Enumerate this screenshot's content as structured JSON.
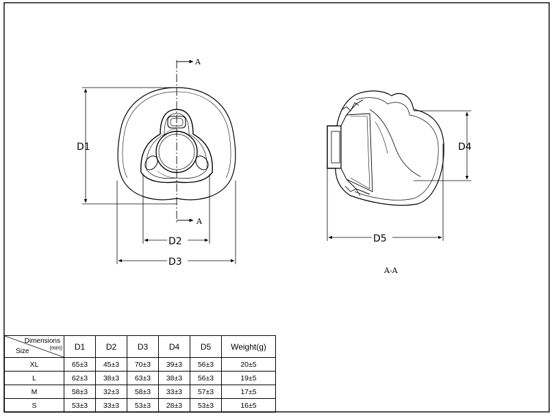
{
  "drawing": {
    "section_marker": "A",
    "section_label": "A-A",
    "dimensions": {
      "d1": "D1",
      "d2": "D2",
      "d3": "D3",
      "d4": "D4",
      "d5": "D5"
    }
  },
  "table": {
    "header": {
      "corner_top": "Dimensions",
      "corner_unit": "(mm)",
      "corner_bottom": "Size",
      "columns": [
        "D1",
        "D2",
        "D3",
        "D4",
        "D5",
        "Weight(g)"
      ]
    },
    "rows": [
      {
        "size": "XL",
        "values": [
          "65±3",
          "45±3",
          "70±3",
          "39±3",
          "56±3",
          "20±5"
        ]
      },
      {
        "size": "L",
        "values": [
          "62±3",
          "38±3",
          "63±3",
          "38±3",
          "56±3",
          "19±5"
        ]
      },
      {
        "size": "M",
        "values": [
          "58±3",
          "32±3",
          "58±3",
          "33±3",
          "57±3",
          "17±5"
        ]
      },
      {
        "size": "S",
        "values": [
          "53±3",
          "33±3",
          "53±3",
          "28±3",
          "53±3",
          "16±5"
        ]
      }
    ]
  }
}
